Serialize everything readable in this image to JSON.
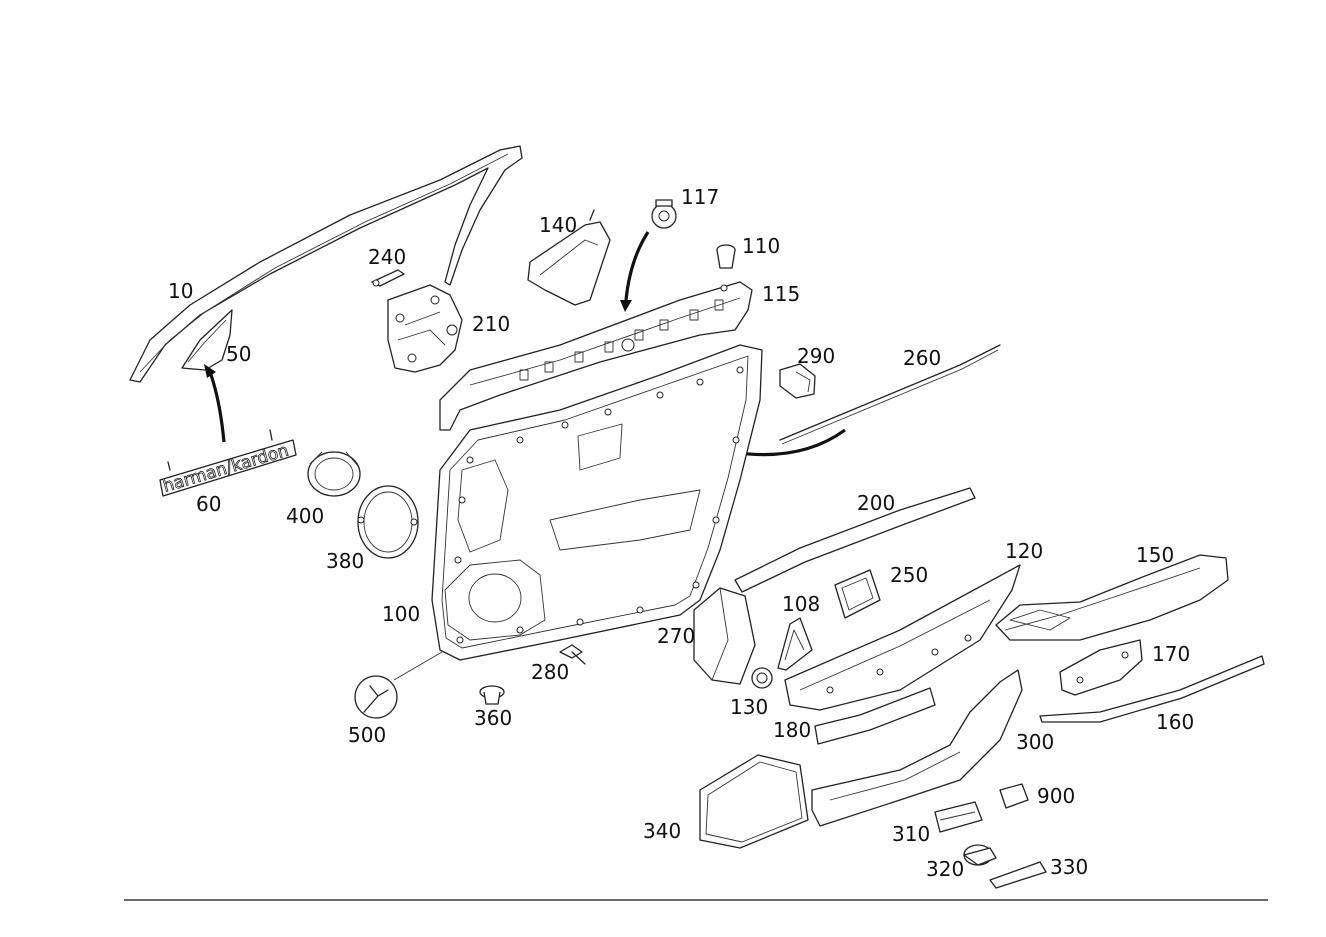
{
  "diagram": {
    "labels": {
      "p10": "10",
      "p50": "50",
      "p60": "60",
      "p100": "100",
      "p108": "108",
      "p110": "110",
      "p115": "115",
      "p117": "117",
      "p120": "120",
      "p130": "130",
      "p140": "140",
      "p150": "150",
      "p160": "160",
      "p170": "170",
      "p180": "180",
      "p200": "200",
      "p210": "210",
      "p240": "240",
      "p250": "250",
      "p260": "260",
      "p270": "270",
      "p280": "280",
      "p290": "290",
      "p300": "300",
      "p310": "310",
      "p320": "320",
      "p330": "330",
      "p340": "340",
      "p360": "360",
      "p380": "380",
      "p400": "400",
      "p500": "500",
      "p900": "900"
    },
    "logo_text": "harman/kardon"
  }
}
